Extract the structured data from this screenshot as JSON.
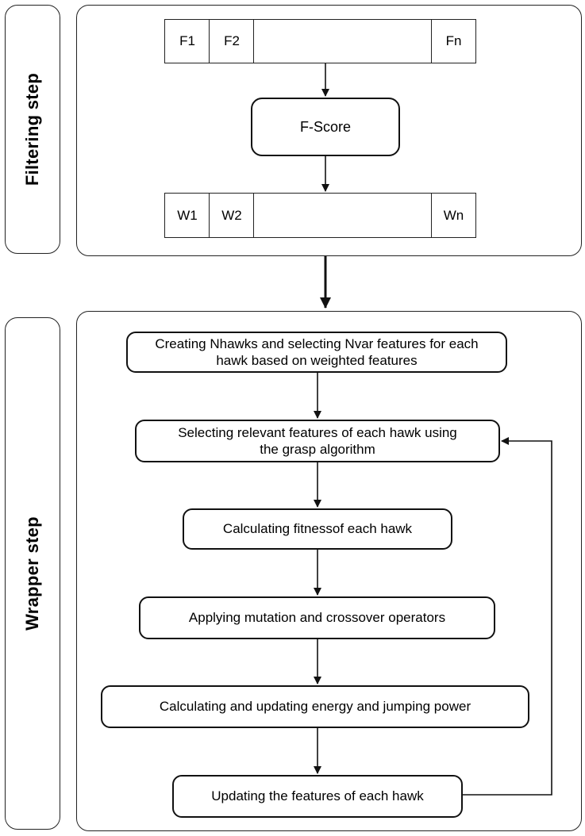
{
  "filtering": {
    "label": "Filtering step",
    "features_row": [
      "F1",
      "F2",
      "",
      "Fn"
    ],
    "score_node": "F-Score",
    "weights_row": [
      "W1",
      "W2",
      "",
      "Wn"
    ]
  },
  "wrapper": {
    "label": "Wrapper step",
    "steps": [
      "Creating Nhawks and selecting Nvar features for each hawk based on weighted features",
      "Selecting relevant features of each hawk using the grasp algorithm",
      "Calculating fitnessof each hawk",
      "Applying mutation and crossover operators",
      "Calculating and updating energy and jumping power",
      "Updating the features of each hawk"
    ]
  }
}
